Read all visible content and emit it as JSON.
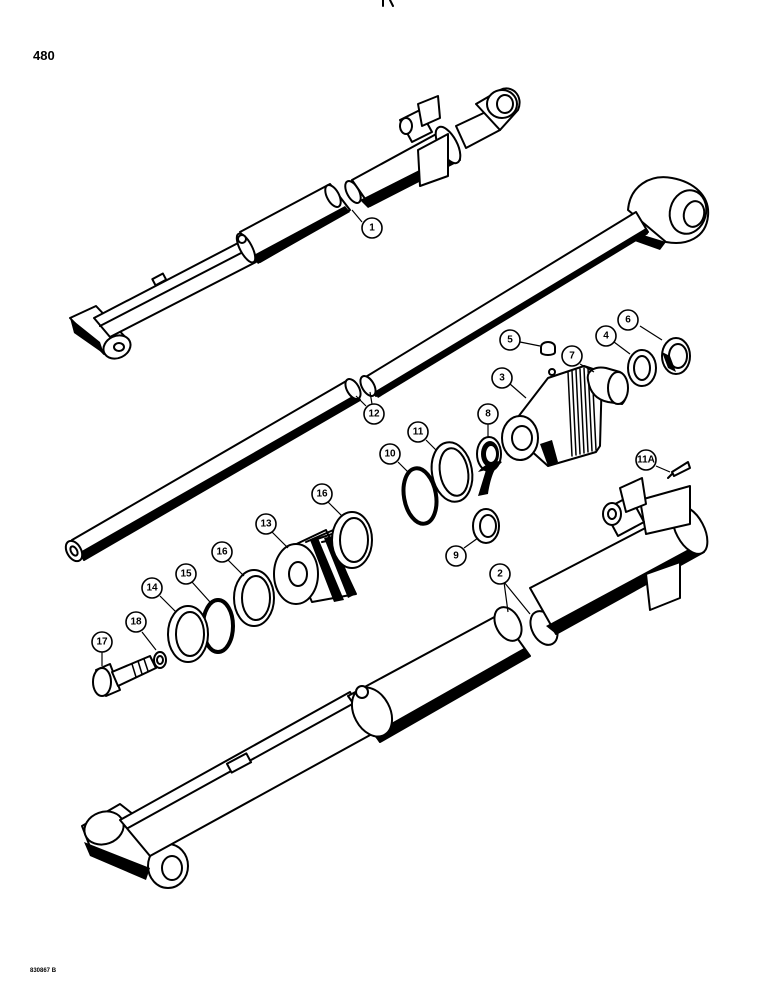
{
  "page_number": "480",
  "reference_code": "830867 B",
  "callouts": {
    "c1": "1",
    "c2": "2",
    "c3": "3",
    "c4": "4",
    "c5": "5",
    "c6": "6",
    "c7": "7",
    "c8": "8",
    "c9": "9",
    "c10": "10",
    "c11": "11",
    "c11a": "11A",
    "c12": "12",
    "c13": "13",
    "c14": "14",
    "c15": "15",
    "c16a": "16",
    "c16b": "16",
    "c17": "17",
    "c18": "18"
  }
}
